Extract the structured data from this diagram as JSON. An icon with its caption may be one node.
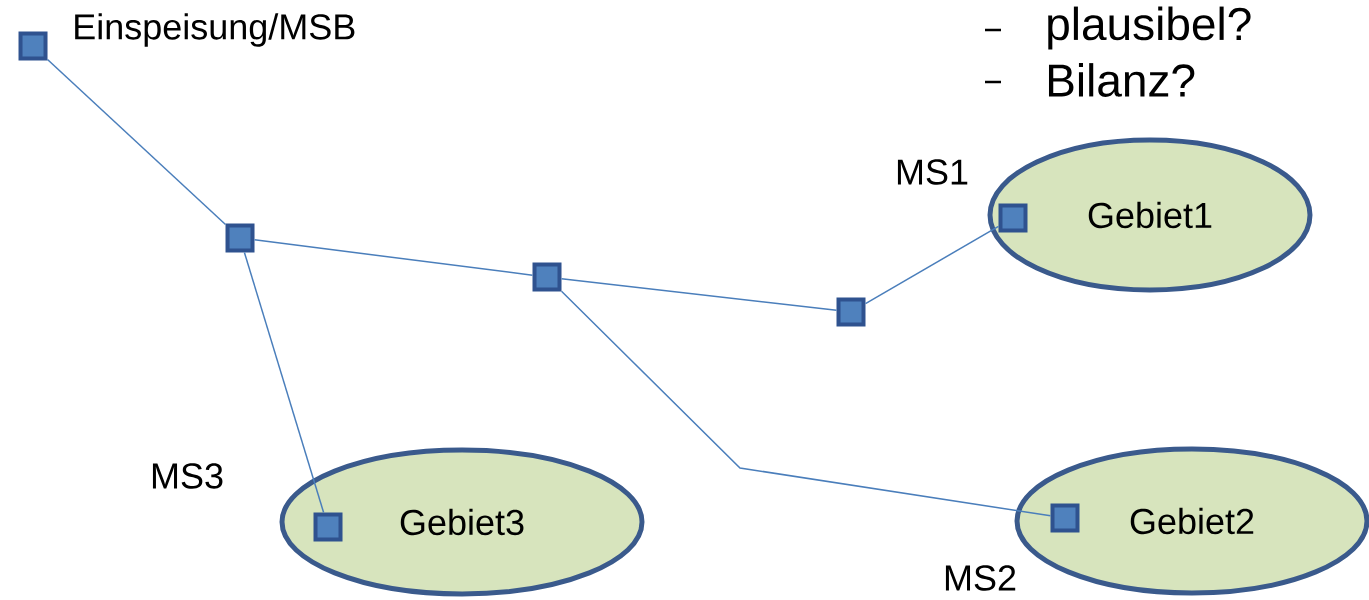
{
  "diagram": {
    "nodes": [
      {
        "text": [],
        "shape": "box",
        "beside": [
          "Einspeisung/MSB"
        ]
      },
      {
        "text": [],
        "shape": "box"
      },
      {
        "text": [],
        "shape": "box"
      },
      {
        "text": [],
        "shape": "box"
      },
      {
        "text": [
          "Gebiet1"
        ]
      },
      {
        "text": [],
        "shape": "box",
        "in": 4,
        "beside": [
          "MS1"
        ]
      },
      {
        "text": [
          "Gebiet2"
        ]
      },
      {
        "text": [],
        "shape": "box",
        "in": 6,
        "beside": [
          "MS2"
        ]
      },
      {
        "text": [
          "Gebiet3"
        ]
      },
      {
        "text": [],
        "shape": "box",
        "in": 8,
        "beside": [
          "MS3"
        ]
      }
    ],
    "edges": [
      {
        "from": 0,
        "to": 1,
        "arrow": "none"
      },
      {
        "from": 1,
        "to": 2,
        "arrow": "none"
      },
      {
        "from": 2,
        "to": 3,
        "arrow": "none"
      },
      {
        "from": 3,
        "to": 5,
        "arrow": "none"
      },
      {
        "from": 1,
        "to": 9,
        "arrow": "none"
      },
      {
        "from": 2,
        "to": 7,
        "arrow": "none"
      }
    ],
    "labels": [
      "plausibel?",
      "Bilanz?"
    ]
  }
}
